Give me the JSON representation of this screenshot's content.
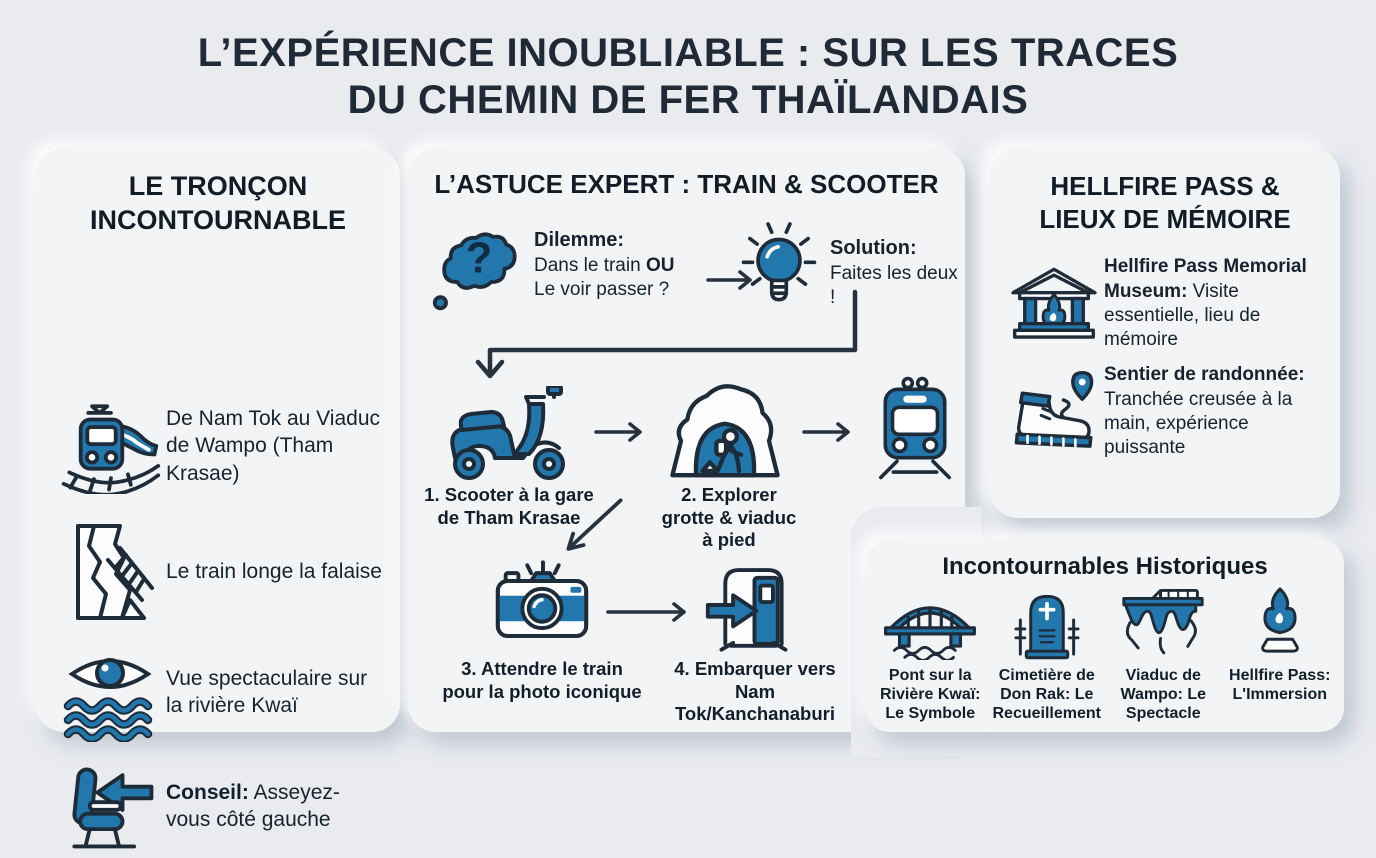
{
  "palette": {
    "accent_blue": "#2277ad",
    "ink": "#1f2a36",
    "background": "#e9ebef",
    "panel": "#f2f4f6",
    "arrow": "#26323e"
  },
  "title": {
    "line1": "L’EXPÉRIENCE INOUBLIABLE : SUR LES TRACES",
    "line2": "DU CHEMIN DE FER THAÏLANDAIS"
  },
  "left_panel": {
    "title_line1": "LE TRONÇON",
    "title_line2": "INCONTOURNABLE",
    "items": [
      {
        "icon": "train-side-icon",
        "lead": "",
        "text": "De Nam Tok au Viaduc de Wampo (Tham Krasae)"
      },
      {
        "icon": "cliff-railway-icon",
        "lead": "",
        "text": "Le train longe la falaise"
      },
      {
        "icon": "eye-river-icon",
        "lead": "",
        "text": "Vue spectaculaire sur la rivière Kwaï"
      },
      {
        "icon": "seat-left-arrow-icon",
        "lead": "Conseil:",
        "text": " Asseyez-vous côté gauche"
      }
    ]
  },
  "middle_panel": {
    "title": "L’ASTUCE EXPERT : TRAIN & SCOOTER",
    "dilemma": {
      "icon": "thought-question-icon",
      "label": "Dilemme:",
      "line1": "Dans le train ",
      "line1_bold": "OU",
      "line2": "Le voir passer ?"
    },
    "solution": {
      "icon": "lightbulb-icon",
      "label": "Solution:",
      "text": "Faites les deux !"
    },
    "steps": [
      {
        "icon": "scooter-icon",
        "label": "1. Scooter à la gare de Tham Krasae"
      },
      {
        "icon": "cave-explorer-icon",
        "label": "2. Explorer grotte & viaduc à pied"
      },
      {
        "icon": "train-front-icon",
        "label": ""
      },
      {
        "icon": "camera-icon",
        "label": "3. Attendre le train pour la photo iconique"
      },
      {
        "icon": "boarding-door-icon",
        "label": "4. Embarquer vers Nam Tok/Kanchanaburi"
      }
    ]
  },
  "right_panel": {
    "title_line1": "HELLFIRE PASS &",
    "title_line2": "LIEUX DE MÉMOIRE",
    "items": [
      {
        "icon": "museum-flame-icon",
        "lead": "Hellfire Pass Memorial Museum:",
        "text": " Visite essentielle, lieu de mémoire"
      },
      {
        "icon": "hiking-boot-icon",
        "lead": "Sentier de randonnée:",
        "text": " Tranchée creusée à la main, expérience puissante"
      }
    ]
  },
  "bottom_panel": {
    "title": "Incontournables Historiques",
    "items": [
      {
        "icon": "bridge-icon",
        "label": "Pont sur la Rivière Kwaï: Le Symbole"
      },
      {
        "icon": "cemetery-icon",
        "label": "Cimetière de Don Rak: Le Recueillement"
      },
      {
        "icon": "viaduct-icon",
        "label": "Viaduc de Wampo: Le Spectacle"
      },
      {
        "icon": "flame-icon",
        "label": "Hellfire Pass: L'Immersion"
      }
    ]
  }
}
